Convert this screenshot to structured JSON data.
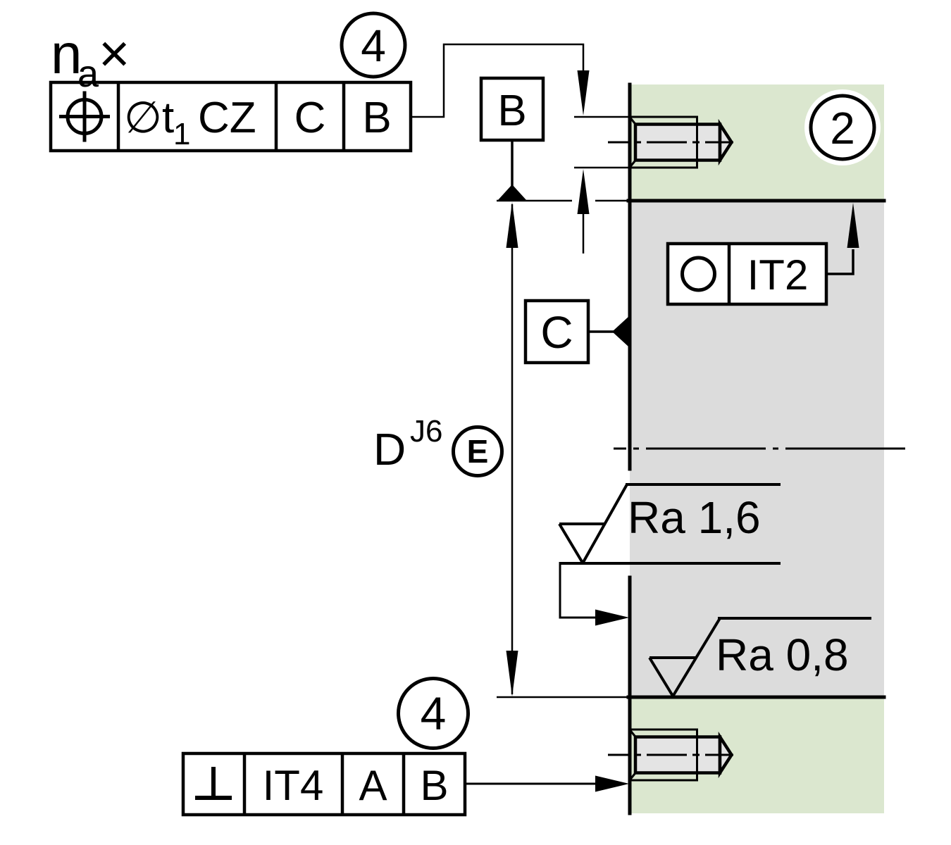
{
  "colors": {
    "region-green": "#dbe7cf",
    "region-gray": "#dcdcdc",
    "screw-fill": "#e4e4e4",
    "line": "#000000"
  },
  "callout": {
    "count_letter": "n",
    "count_subscript": "a",
    "times_sign": "×",
    "balloon": "4"
  },
  "fcf_position": {
    "symbol_name": "position-symbol",
    "tolerance_prefix": "∅t",
    "tolerance_subscript": "1",
    "tolerance_zone": "CZ",
    "datum_1": "C",
    "datum_2": "B"
  },
  "datum_b": {
    "label": "B"
  },
  "datum_c": {
    "label": "C"
  },
  "part_balloon": {
    "label": "2"
  },
  "fcf_circularity": {
    "symbol_name": "circularity-symbol",
    "tolerance": "IT2"
  },
  "bore_dimension": {
    "letter": "D",
    "fit_class": "J6",
    "envelope_modifier": "E"
  },
  "roughness_bore": {
    "label": "Ra 1,6"
  },
  "roughness_face": {
    "label": "Ra 0,8"
  },
  "fcf_perpendicularity": {
    "symbol_name": "perpendicularity-symbol",
    "tolerance": "IT4",
    "datum_1": "A",
    "datum_2": "B",
    "balloon": "4"
  }
}
